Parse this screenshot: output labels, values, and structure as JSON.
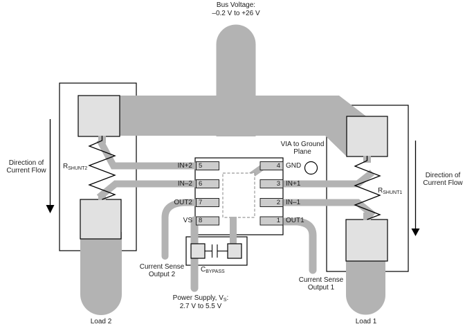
{
  "bus_label": {
    "line1": "Bus Voltage:",
    "line2": "–0.2 V to +26 V"
  },
  "via_label": {
    "line1": "VIA to Ground",
    "line2": "Plane"
  },
  "ic": {
    "left_pins": [
      {
        "num": "5",
        "label": "IN+2"
      },
      {
        "num": "6",
        "label": "IN–2"
      },
      {
        "num": "7",
        "label": "OUT2"
      },
      {
        "num": "8",
        "label": "VS"
      }
    ],
    "right_pins": [
      {
        "num": "4",
        "label": "GND"
      },
      {
        "num": "3",
        "label": "IN+1"
      },
      {
        "num": "2",
        "label": "IN–1"
      },
      {
        "num": "1",
        "label": "OUT1"
      }
    ]
  },
  "resistors": {
    "shunt2": {
      "main": "R",
      "sub": "SHUNT2"
    },
    "shunt1": {
      "main": "R",
      "sub": "SHUNT1"
    }
  },
  "capacitor": {
    "main": "C",
    "sub": "BYPASS"
  },
  "labels": {
    "dir_left": {
      "line1": "Direction of",
      "line2": "Current Flow"
    },
    "dir_right": {
      "line1": "Direction of",
      "line2": "Current Flow"
    },
    "cs_out2": {
      "line1": "Current Sense",
      "line2": "Output 2"
    },
    "cs_out1": {
      "line1": "Current Sense",
      "line2": "Output 1"
    },
    "power": {
      "pre": "Power Supply, V",
      "sub": "S",
      "post": ":",
      "line2": "2.7 V to 5.5 V"
    },
    "load2": "Load 2",
    "load1": "Load 1"
  },
  "colors": {
    "trace": "#b3b3b3",
    "pad": "#e1e1e1",
    "pinpad": "#cccccc",
    "outline": "#000000"
  }
}
